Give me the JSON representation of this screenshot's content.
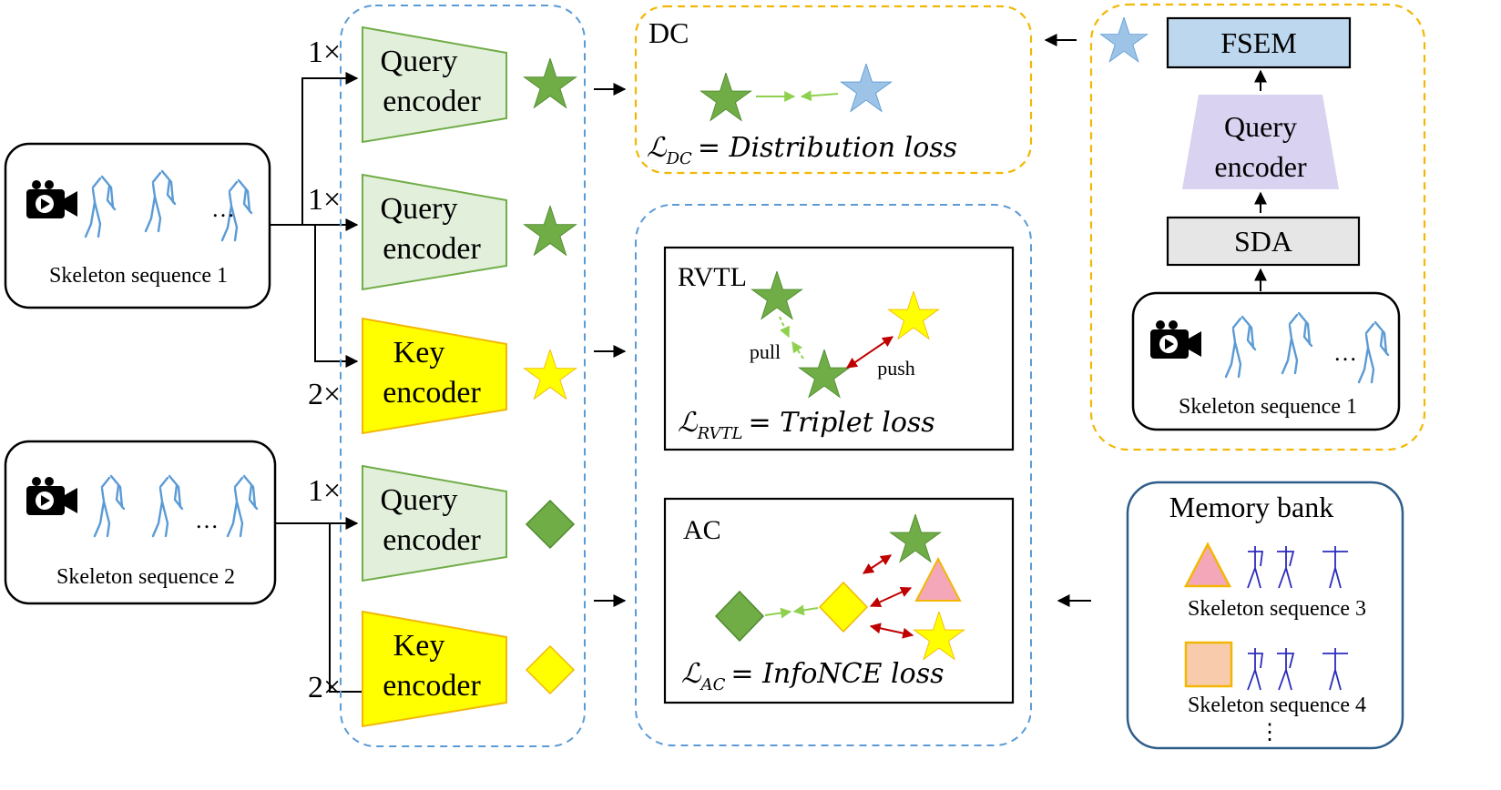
{
  "inputs": {
    "seq1_label": "Skeleton sequence 1",
    "seq2_label": "Skeleton sequence 2",
    "ellipsis": "…"
  },
  "encoders": [
    {
      "label1": "Query",
      "label2": "encoder",
      "mult": "1×",
      "kind": "query",
      "output": "green-star"
    },
    {
      "label1": "Query",
      "label2": "encoder",
      "mult": "1×",
      "kind": "query",
      "output": "green-star"
    },
    {
      "label1": "Key",
      "label2": "encoder",
      "mult": "2×",
      "kind": "key",
      "output": "yellow-star"
    },
    {
      "label1": "Query",
      "label2": "encoder",
      "mult": "1×",
      "kind": "query",
      "output": "green-diamond"
    },
    {
      "label1": "Key",
      "label2": "encoder",
      "mult": "2×",
      "kind": "key",
      "output": "yellow-diamond"
    }
  ],
  "dc": {
    "title": "DC",
    "loss_lhs": "ℒ",
    "loss_sub": "DC",
    "loss_rhs": "= Distribution loss"
  },
  "rvtl": {
    "title": "RVTL",
    "pull": "pull",
    "push": "push",
    "loss_lhs": "ℒ",
    "loss_sub": "RVTL",
    "loss_rhs": "= Triplet loss"
  },
  "ac": {
    "title": "AC",
    "loss_lhs": "ℒ",
    "loss_sub": "AC",
    "loss_rhs": "= InfoNCE loss"
  },
  "fsem_panel": {
    "fsem": "FSEM",
    "query1": "Query",
    "query2": "encoder",
    "sda": "SDA",
    "seq_label": "Skeleton sequence 1",
    "ellipsis": "…"
  },
  "memory_bank": {
    "title": "Memory bank",
    "seq3": "Skeleton sequence 3",
    "seq4": "Skeleton sequence 4",
    "more": "⋮"
  },
  "colors": {
    "green_fill": "#70ad47",
    "green_stroke": "#4e8a2e",
    "yellow_fill": "#ffff00",
    "yellow_stroke": "#f2b705",
    "blue_star": "#9dc3e6",
    "query_enc_fill": "#e2efda",
    "query_enc_stroke": "#70ad47",
    "fsem_fill": "#bdd7ee",
    "sda_fill": "#e7e6e6",
    "purple_enc": "#d9d2f0",
    "pink": "#f4a7b9",
    "peach": "#f8cbad",
    "skeleton_blue": "#5b9bd5",
    "skeleton_dark": "#2b2bbd",
    "dashed_blue": "#5b9bd5",
    "dashed_orange": "#f2b705",
    "push_red": "#c00000",
    "membank_border": "#2e5d8a"
  }
}
